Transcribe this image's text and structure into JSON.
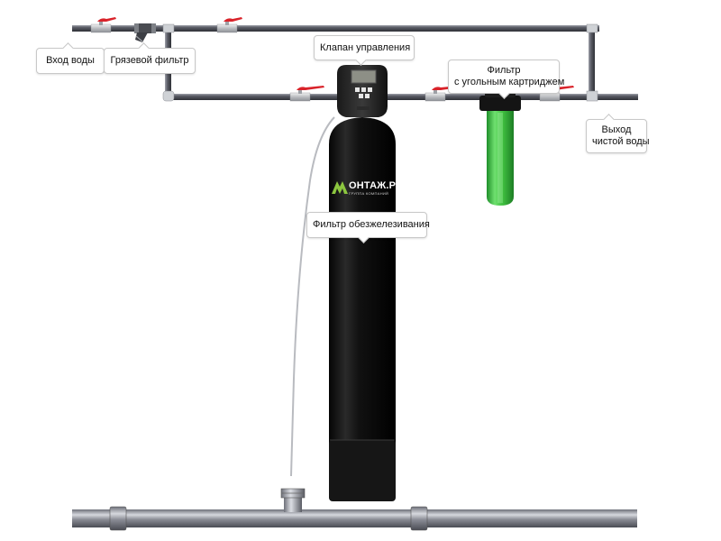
{
  "diagram": {
    "title": "Схема подключения фильтра обезжелезивания",
    "labels": {
      "water_inlet": "Вход воды",
      "mud_filter": "Грязевой фильтр",
      "control_valve": "Клапан управления",
      "carbon_filter_line1": "Фильтр",
      "carbon_filter_line2": "с угольным картриджем",
      "clean_water_outlet_line1": "Выход",
      "clean_water_outlet_line2": "чистой воды",
      "iron_removal_filter": "Фильтр обезжелезивания"
    },
    "logo": {
      "brand": "ОНТАЖ.РУС",
      "subtitle": "ГРУППА КОМПАНИЙ",
      "accent": "#8cc63f"
    },
    "colors": {
      "pipe": "#5b5d66",
      "valve_handle": "#d9232a",
      "carbon_housing": "#3fbf3f",
      "tank": "#0c0c0c",
      "drain_pipe": "#9a9ca4"
    }
  }
}
